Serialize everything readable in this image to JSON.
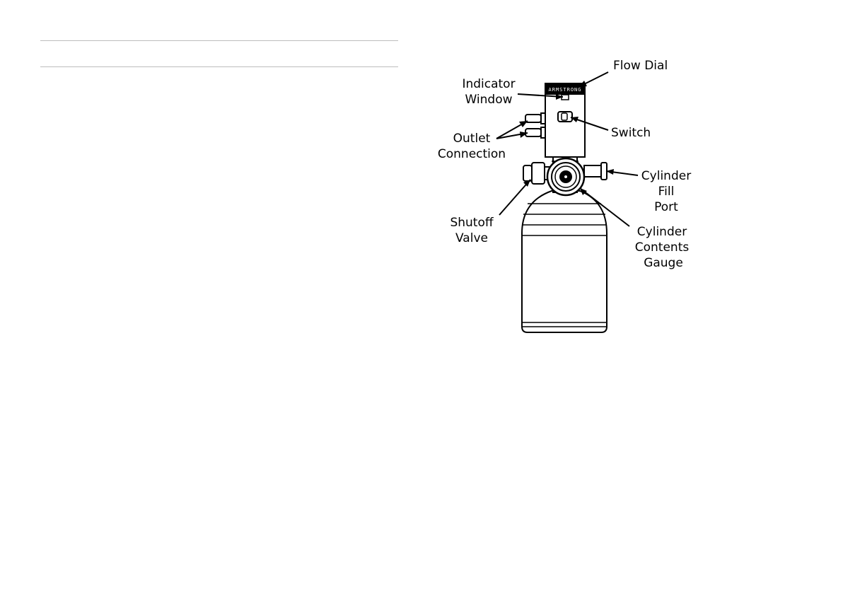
{
  "diagram": {
    "labels": {
      "flow_dial": "Flow Dial",
      "indicator_window": [
        "Indicator",
        "Window"
      ],
      "switch": "Switch",
      "outlet_connection": [
        "Outlet",
        "Connection"
      ],
      "cylinder_fill_port": [
        "Cylinder",
        "Fill",
        "Port"
      ],
      "shutoff_valve": [
        "Shutoff",
        "Valve"
      ],
      "cylinder_contents_gauge": [
        "Cylinder",
        "Contents",
        "Gauge"
      ]
    },
    "dial_marking": "ARMSTRONG"
  }
}
